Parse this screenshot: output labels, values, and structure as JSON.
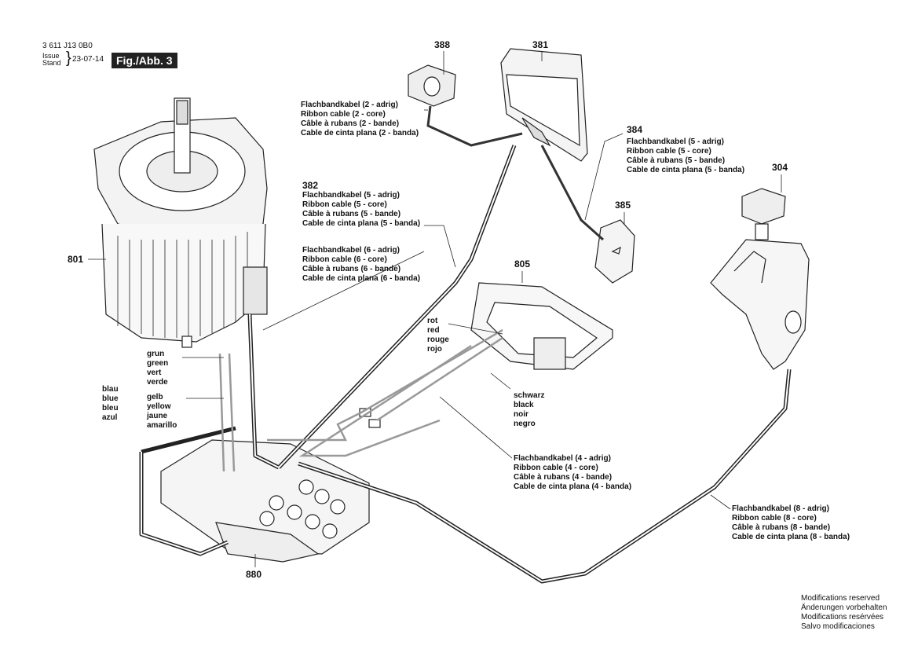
{
  "header": {
    "doc_number": "3 611 J13 0B0",
    "issue_label": "Issue",
    "stand_label": "Stand",
    "date": "23-07-14",
    "figure": "Fig./Abb. 3"
  },
  "parts": {
    "p388": "388",
    "p381": "381",
    "p384": "384",
    "p304": "304",
    "p385": "385",
    "p382": "382",
    "p801": "801",
    "p805": "805",
    "p880": "880"
  },
  "labels": {
    "cable2": [
      "Flachbandkabel (2 - adrig)",
      "Ribbon cable (2 - core)",
      "Câble à rubans (2 - bande)",
      "Cable de cinta plana (2 - banda)"
    ],
    "cable5a": [
      "Flachbandkabel (5 - adrig)",
      "Ribbon cable (5 - core)",
      "Câble à rubans (5 - bande)",
      "Cable de cinta plana (5 - banda)"
    ],
    "cable5b": [
      "Flachbandkabel (5 - adrig)",
      "Ribbon cable (5 - core)",
      "Câble à rubans (5 - bande)",
      "Cable de cinta plana (5 - banda)"
    ],
    "cable6": [
      "Flachbandkabel (6 - adrig)",
      "Ribbon cable (6 - core)",
      "Câble à rubans (6 - bande)",
      "Cable de cinta plana (6 - banda)"
    ],
    "cable4": [
      "Flachbandkabel (4 - adrig)",
      "Ribbon cable (4 - core)",
      "Câble à rubans (4 - bande)",
      "Cable de cinta plana (4 - banda)"
    ],
    "cable8": [
      "Flachbandkabel (8 - adrig)",
      "Ribbon cable (8 - core)",
      "Câble à rubans (8 - bande)",
      "Cable de cinta plana (8 - banda)"
    ],
    "red": [
      "rot",
      "red",
      "rouge",
      "rojo"
    ],
    "green": [
      "grun",
      "green",
      "vert",
      "verde"
    ],
    "blue": [
      "blau",
      "blue",
      "bleu",
      "azul"
    ],
    "yellow": [
      "gelb",
      "yellow",
      "jaune",
      "amarillo"
    ],
    "black": [
      "schwarz",
      "black",
      "noir",
      "negro"
    ]
  },
  "footer": [
    "Modifications reserved",
    "Änderungen vorbehalten",
    "Modifications resérvées",
    "Salvo modificaciones"
  ]
}
